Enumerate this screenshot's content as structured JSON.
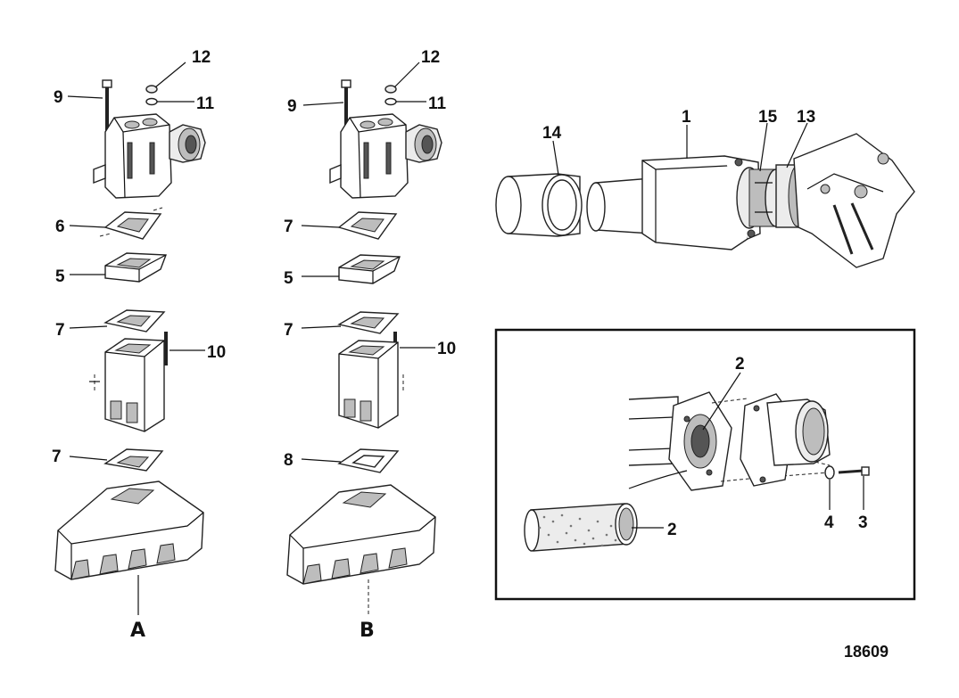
{
  "callouts": {
    "a12": "12",
    "a11": "11",
    "a9": "9",
    "a6": "6",
    "a5": "5",
    "a7a": "7",
    "a10": "10",
    "a7b": "7",
    "b12": "12",
    "b11": "11",
    "b9": "9",
    "b7a": "7",
    "b5": "5",
    "b7b": "7",
    "b10": "10",
    "b8": "8",
    "r14": "14",
    "r1": "1",
    "r15": "15",
    "r13": "13",
    "i2a": "2",
    "i2b": "2",
    "i4": "4",
    "i3": "3"
  },
  "assemblies": {
    "a": "A",
    "b": "B"
  },
  "figure_number": "18609"
}
